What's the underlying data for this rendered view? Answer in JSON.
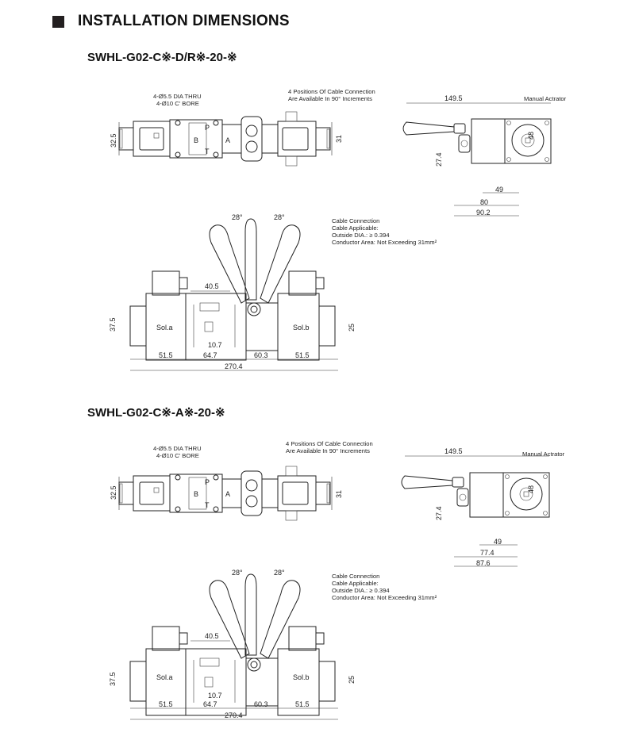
{
  "header": {
    "title": "INSTALLATION DIMENSIONS"
  },
  "sections": [
    {
      "model": "SWHL-G02-C※-D/R※-20-※",
      "top_view": {
        "hole_note_1": "4-Ø5.5  DIA THRU",
        "hole_note_2": "4-Ø10  C' BORE",
        "cable_note_1": "4 Positions Of Cable Connection",
        "cable_note_2": "Are Available In 90° Increments",
        "dim_left": "32.5",
        "dim_right": "31",
        "port_p": "P",
        "port_b": "B",
        "port_a": "A",
        "port_t": "T"
      },
      "side_view": {
        "label": "Manual Actrator",
        "dim_top": "149.5",
        "dim_h": "48",
        "dim_v": "27.4",
        "dim_1": "49",
        "dim_2": "80",
        "dim_3": "90.2"
      },
      "front_view": {
        "angle_left": "28°",
        "angle_right": "28°",
        "cable_1": "Cable Connection",
        "cable_2": "Cable Applicable:",
        "cable_3": "Outside DIA.: ≥ 0.394",
        "cable_4": "Conductor Area: Not Exceeding 31mm²",
        "dim_405": "40.5",
        "dim_375": "37.5",
        "dim_25": "25",
        "dim_107": "10.7",
        "dim_515a": "51.5",
        "dim_647": "64.7",
        "dim_603": "60.3",
        "dim_515b": "51.5",
        "dim_total": "270.4",
        "sol_a": "Sol.a",
        "sol_b": "Sol.b"
      }
    },
    {
      "model": "SWHL-G02-C※-A※-20-※",
      "top_view": {
        "hole_note_1": "4-Ø5.5  DIA THRU",
        "hole_note_2": "4-Ø10  C' BORE",
        "cable_note_1": "4 Positions Of Cable Connection",
        "cable_note_2": "Are Available In 90° Increments",
        "dim_left": "32.5",
        "dim_right": "31",
        "port_p": "P",
        "port_b": "B",
        "port_a": "A",
        "port_t": "T"
      },
      "side_view": {
        "label": "Manual Actrator",
        "dim_top": "149.5",
        "dim_h": "48",
        "dim_v": "27.4",
        "dim_1": "49",
        "dim_2": "77.4",
        "dim_3": "87.6"
      },
      "front_view": {
        "angle_left": "28°",
        "angle_right": "28°",
        "cable_1": "Cable Connection",
        "cable_2": "Cable Applicable:",
        "cable_3": "Outside DIA.: ≥ 0.394",
        "cable_4": "Conductor Area: Not Exceeding 31mm²",
        "dim_405": "40.5",
        "dim_375": "37.5",
        "dim_25": "25",
        "dim_107": "10.7",
        "dim_515a": "51.5",
        "dim_647": "64.7",
        "dim_603": "60.3",
        "dim_515b": "51.5",
        "dim_total": "270.4",
        "sol_a": "Sol.a",
        "sol_b": "Sol.b"
      }
    }
  ]
}
